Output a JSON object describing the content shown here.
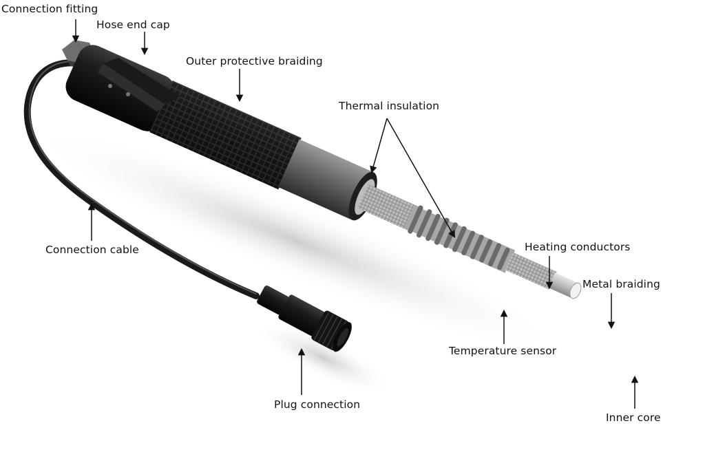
{
  "labels": {
    "connection_fitting": "Connection fitting",
    "hose_end_cap": "Hose end cap",
    "outer_braiding": "Outer protective braiding",
    "thermal_insulation": "Thermal insulation",
    "heating_conductors": "Heating conductors",
    "metal_braiding": "Metal braiding",
    "temperature_sensor": "Temperature sensor",
    "inner_core": "Inner core",
    "connection_cable": "Connection cable",
    "plug_connection": "Plug connection"
  }
}
